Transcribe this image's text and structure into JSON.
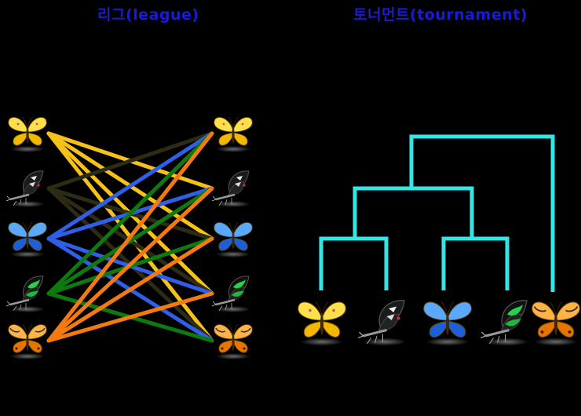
{
  "league": {
    "title": "리그(league)"
  },
  "tournament": {
    "title": "토너먼트(tournament)"
  },
  "colors": {
    "background": "#000000",
    "title": "#1a1ad8",
    "bracket": "#33e6e6",
    "yellow": "#f6c21a",
    "black": "#2e2b14",
    "blue": "#2f5fe6",
    "green": "#0e7a0e",
    "orange": "#f47a10"
  },
  "butterflies": [
    {
      "name": "yellow-butterfly",
      "color": "yellow"
    },
    {
      "name": "black-swallowtail",
      "color": "black"
    },
    {
      "name": "blue-butterfly",
      "color": "blue"
    },
    {
      "name": "green-swallowtail",
      "color": "green"
    },
    {
      "name": "orange-butterfly",
      "color": "orange"
    }
  ],
  "league_matches": [
    {
      "from": 0,
      "to": [
        1,
        2,
        3,
        4
      ]
    },
    {
      "from": 1,
      "to": [
        0,
        2,
        3,
        4
      ]
    },
    {
      "from": 2,
      "to": [
        0,
        1,
        3,
        4
      ]
    },
    {
      "from": 3,
      "to": [
        0,
        1,
        2,
        4
      ]
    },
    {
      "from": 4,
      "to": [
        0,
        1,
        2,
        3
      ]
    }
  ],
  "tournament_order": [
    0,
    1,
    2,
    3,
    4
  ]
}
